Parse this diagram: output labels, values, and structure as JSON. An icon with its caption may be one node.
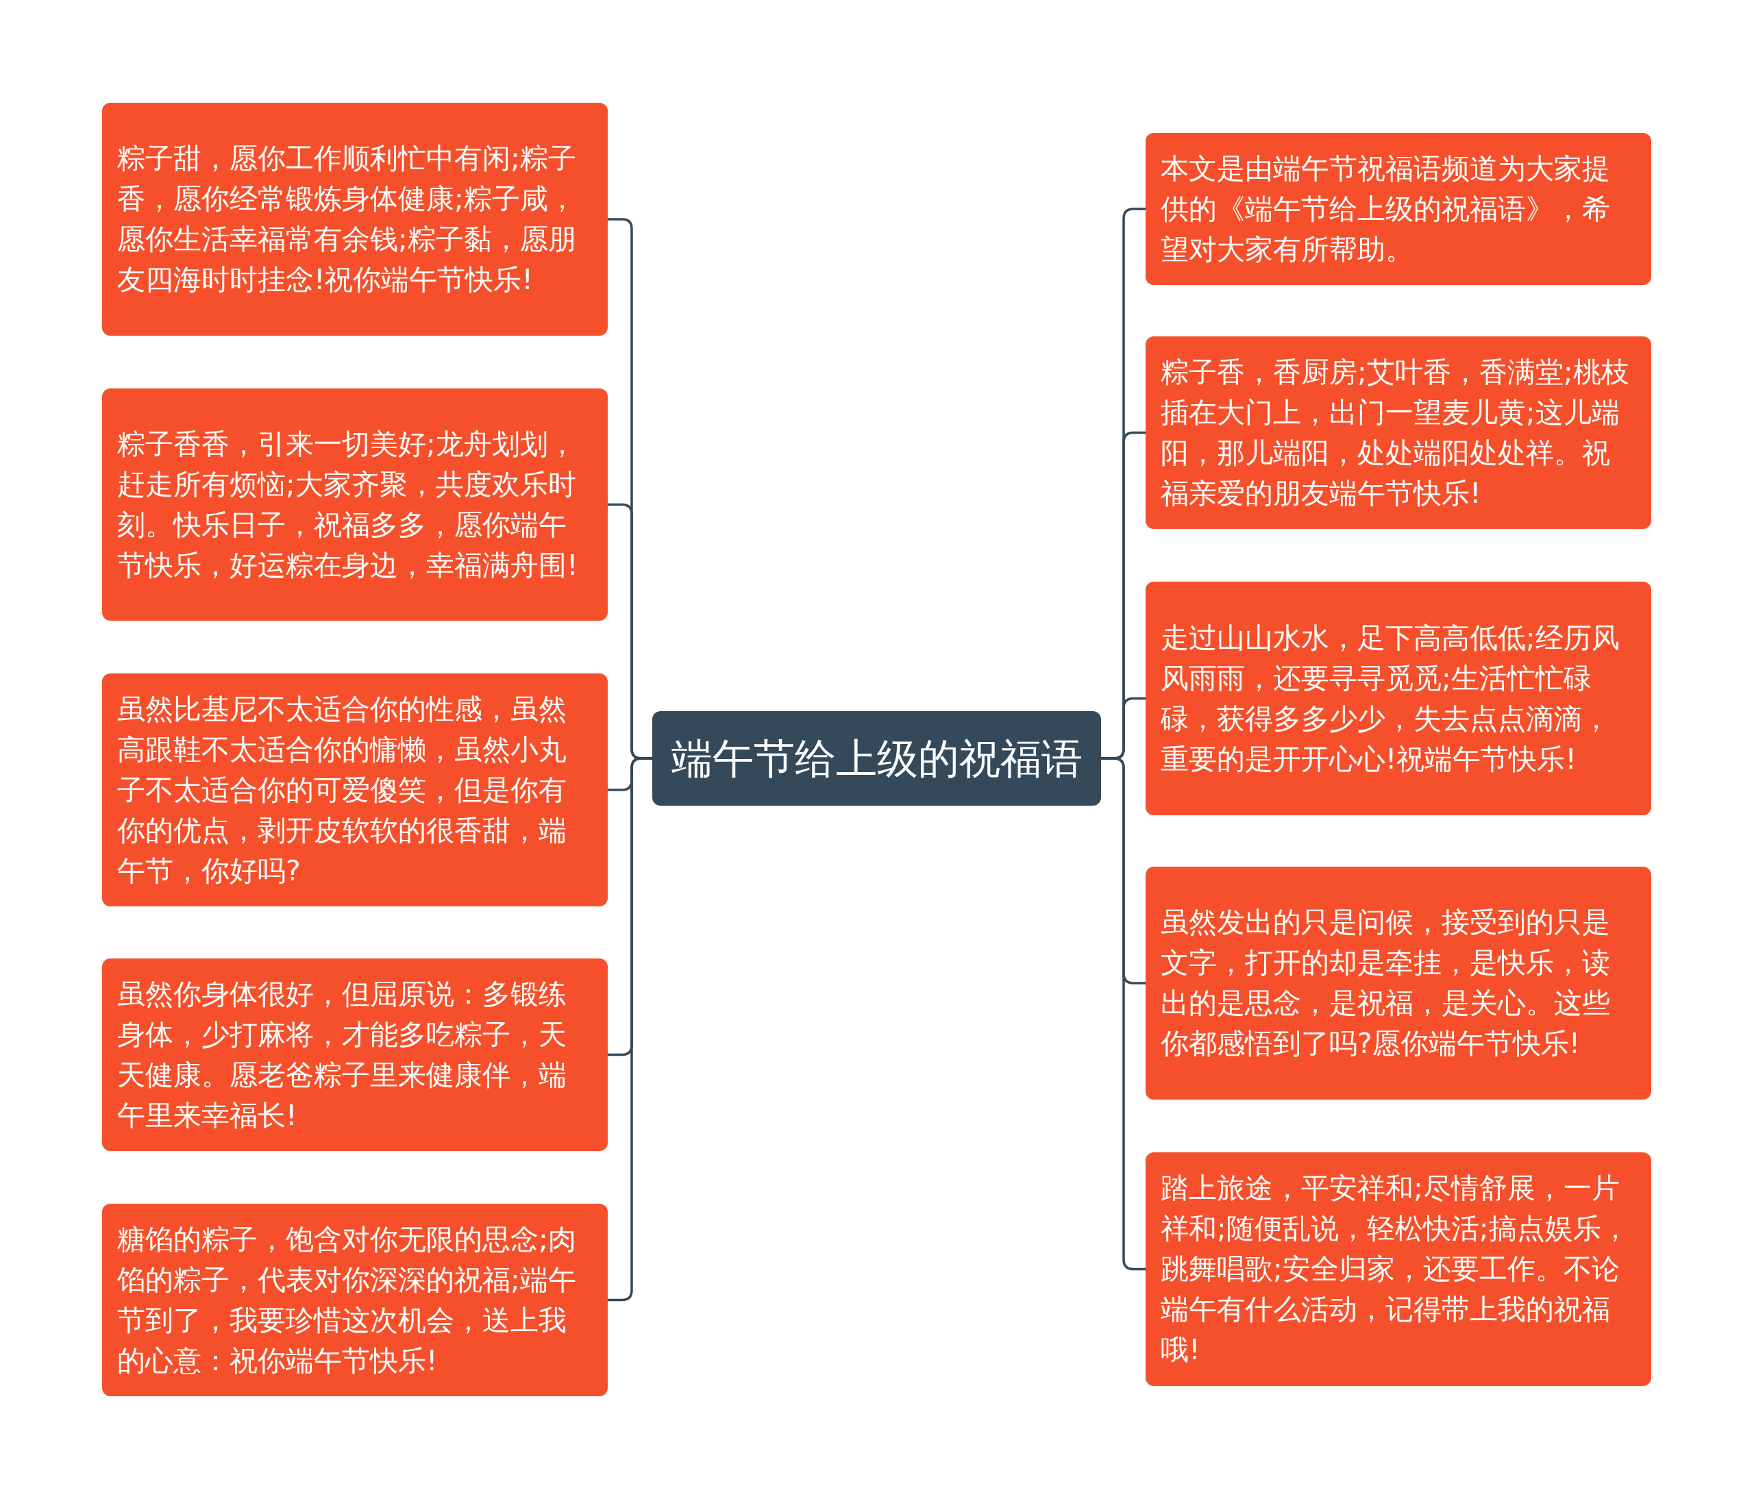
{
  "diagram": {
    "nodes": [
      {
        "text": [
          "端午节给上级的祝福语"
        ]
      },
      {
        "text": [
          "粽子甜，愿你工作顺利忙中有闲;粽子香，愿你经常锻炼身体健康;粽子咸，愿你生活幸福常有余钱;粽子黏，愿朋友四海时时挂念!祝你端午节快乐!"
        ]
      },
      {
        "text": [
          "粽子香香，引来一切美好;龙舟划划，赶走所有烦恼;大家齐聚，共度欢乐时刻。快乐日子，祝福多多，愿你端午节快乐，好运粽在身边，幸福满舟围!"
        ]
      },
      {
        "text": [
          "虽然比基尼不太适合你的性感，虽然高跟鞋不太适合你的慵懒，虽然小丸子不太适合你的可爱傻笑，但是你有你的优点，剥开皮软软的很香甜，端午节，你好吗?"
        ]
      },
      {
        "text": [
          "虽然你身体很好，但屈原说：多锻练身体，少打麻将，才能多吃粽子，天天健康。愿老爸粽子里来健康伴，端午里来幸福长!"
        ]
      },
      {
        "text": [
          "糖馅的粽子，饱含对你无限的思念;肉馅的粽子，代表对你深深的祝福;端午节到了，我要珍惜这次机会，送上我的心意：祝你端午节快乐!"
        ]
      },
      {
        "text": [
          "本文是由端午节祝福语频道为大家提供的《端午节给上级的祝福语》，希望对大家有所帮助。"
        ]
      },
      {
        "text": [
          "粽子香，香厨房;艾叶香，香满堂;桃枝插在大门上，出门一望麦儿黄;这儿端阳，那儿端阳，处处端阳处处祥。祝福亲爱的朋友端午节快乐!"
        ]
      },
      {
        "text": [
          "走过山山水水，足下高高低低;经历风风雨雨，还要寻寻觅觅;生活忙忙碌碌，获得多多少少，失去点点滴滴，重要的是开开心心!祝端午节快乐!"
        ]
      },
      {
        "text": [
          "虽然发出的只是问候，接受到的只是文字，打开的却是牵挂，是快乐，读出的是思念，是祝福，是关心。这些你都感悟到了吗?愿你端午节快乐!"
        ]
      },
      {
        "text": [
          "踏上旅途，平安祥和;尽情舒展，一片祥和;随便乱说，轻松快活;搞点娱乐，跳舞唱歌;安全归家，还要工作。不论端午有什么活动，记得带上我的祝福哦!"
        ]
      }
    ],
    "edges": [
      {
        "from": 0,
        "to": 1,
        "arrow": "none"
      },
      {
        "from": 0,
        "to": 2,
        "arrow": "none"
      },
      {
        "from": 0,
        "to": 3,
        "arrow": "none"
      },
      {
        "from": 0,
        "to": 4,
        "arrow": "none"
      },
      {
        "from": 0,
        "to": 5,
        "arrow": "none"
      },
      {
        "from": 0,
        "to": 6,
        "arrow": "none"
      },
      {
        "from": 0,
        "to": 7,
        "arrow": "none"
      },
      {
        "from": 0,
        "to": 8,
        "arrow": "none"
      },
      {
        "from": 0,
        "to": 9,
        "arrow": "none"
      },
      {
        "from": 0,
        "to": 10,
        "arrow": "none"
      }
    ]
  }
}
